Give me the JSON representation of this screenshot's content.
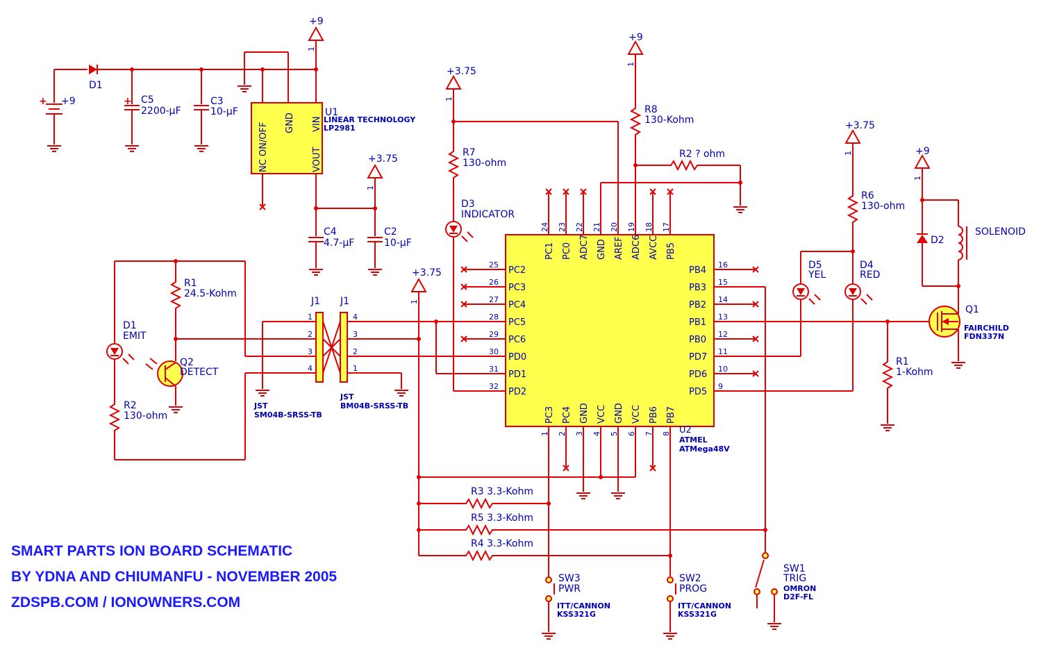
{
  "title": {
    "line1": "SMART PARTS ION BOARD SCHEMATIC",
    "line2": "BY YDNA AND CHIUMANFU - NOVEMBER 2005",
    "line3": "ZDSPB.COM / IONOWNERS.COM"
  },
  "power": {
    "v9": "+9",
    "v375": "+3.75",
    "one": "1",
    "plus": "+"
  },
  "components": {
    "D1": "D1",
    "C5": {
      "ref": "C5",
      "value": "2200-µF"
    },
    "C3": {
      "ref": "C3",
      "value": "10-µF"
    },
    "C4": {
      "ref": "C4",
      "value": "4.7-µF"
    },
    "C2": {
      "ref": "C2",
      "value": "10-µF"
    },
    "U1": {
      "ref": "U1",
      "maker": "LINEAR TECHNOLOGY",
      "part": "LP2981",
      "pins": [
        "NC ON/OFF",
        "GND",
        "VIN",
        "VOUT"
      ]
    },
    "R7": {
      "ref": "R7",
      "value": "130-ohm"
    },
    "D3": {
      "ref": "D3",
      "value": "INDICATOR"
    },
    "R8": {
      "ref": "R8",
      "value": "130-Kohm"
    },
    "R2b": {
      "ref": "R2 ? ohm"
    },
    "R6": {
      "ref": "R6",
      "value": "130-ohm"
    },
    "D2": "D2",
    "SOL": "SOLENOID",
    "D5": {
      "ref": "D5",
      "value": "YEL"
    },
    "D4": {
      "ref": "D4",
      "value": "RED"
    },
    "Q1": {
      "ref": "Q1",
      "maker": "FAIRCHILD",
      "part": "FDN337N"
    },
    "R1b": {
      "ref": "R1",
      "value": "1-Kohm"
    },
    "R1": {
      "ref": "R1",
      "value": "24.5-Kohm"
    },
    "D1e": {
      "ref": "D1",
      "value": "EMIT"
    },
    "Q2": {
      "ref": "Q2",
      "value": "DETECT"
    },
    "R2": {
      "ref": "R2",
      "value": "130-ohm"
    },
    "J1": "J1",
    "JST1": {
      "maker": "JST",
      "part": "SM04B-SRSS-TB"
    },
    "JST2": {
      "maker": "JST",
      "part": "BM04B-SRSS-TB"
    },
    "U2": {
      "ref": "U2",
      "maker": "ATMEL",
      "part": "ATMega48V"
    },
    "R3": "R3 3.3-Kohm",
    "R5": "R5 3.3-Kohm",
    "R4": "R4 3.3-Kohm",
    "SW3": {
      "ref": "SW3",
      "value": "PWR",
      "maker": "ITT/CANNON",
      "part": "KSS321G"
    },
    "SW2": {
      "ref": "SW2",
      "value": "PROG",
      "maker": "ITT/CANNON",
      "part": "KSS321G"
    },
    "SW1": {
      "ref": "SW1",
      "value": "TRIG",
      "maker": "OMRON",
      "part": "D2F-FL"
    }
  },
  "mcu": {
    "left": [
      [
        "PC2",
        "25"
      ],
      [
        "PC3",
        "26"
      ],
      [
        "PC4",
        "27"
      ],
      [
        "PC5",
        "28"
      ],
      [
        "PC6",
        "29"
      ],
      [
        "PD0",
        "30"
      ],
      [
        "PD1",
        "31"
      ],
      [
        "PD2",
        "32"
      ]
    ],
    "right": [
      [
        "PB4",
        "16"
      ],
      [
        "PB3",
        "15"
      ],
      [
        "PB2",
        "14"
      ],
      [
        "PB1",
        "13"
      ],
      [
        "PB0",
        "12"
      ],
      [
        "PD7",
        "11"
      ],
      [
        "PD6",
        "10"
      ],
      [
        "PD5",
        "9"
      ]
    ],
    "top": [
      [
        "PC1",
        "24"
      ],
      [
        "PC0",
        "23"
      ],
      [
        "ADC7",
        "22"
      ],
      [
        "GND",
        "21"
      ],
      [
        "AREF",
        "20"
      ],
      [
        "ADC6",
        "19"
      ],
      [
        "AVCC",
        "18"
      ],
      [
        "PB5",
        "17"
      ]
    ],
    "bottom": [
      [
        "PC3",
        "1"
      ],
      [
        "PC4",
        "2"
      ],
      [
        "GND",
        "3"
      ],
      [
        "VCC",
        "4"
      ],
      [
        "GND",
        "5"
      ],
      [
        "VCC",
        "6"
      ],
      [
        "PB6",
        "7"
      ],
      [
        "PB7",
        "8"
      ]
    ]
  },
  "connector": {
    "left": [
      "1",
      "2",
      "3",
      "4"
    ],
    "right": [
      "4",
      "3",
      "2",
      "1"
    ]
  }
}
